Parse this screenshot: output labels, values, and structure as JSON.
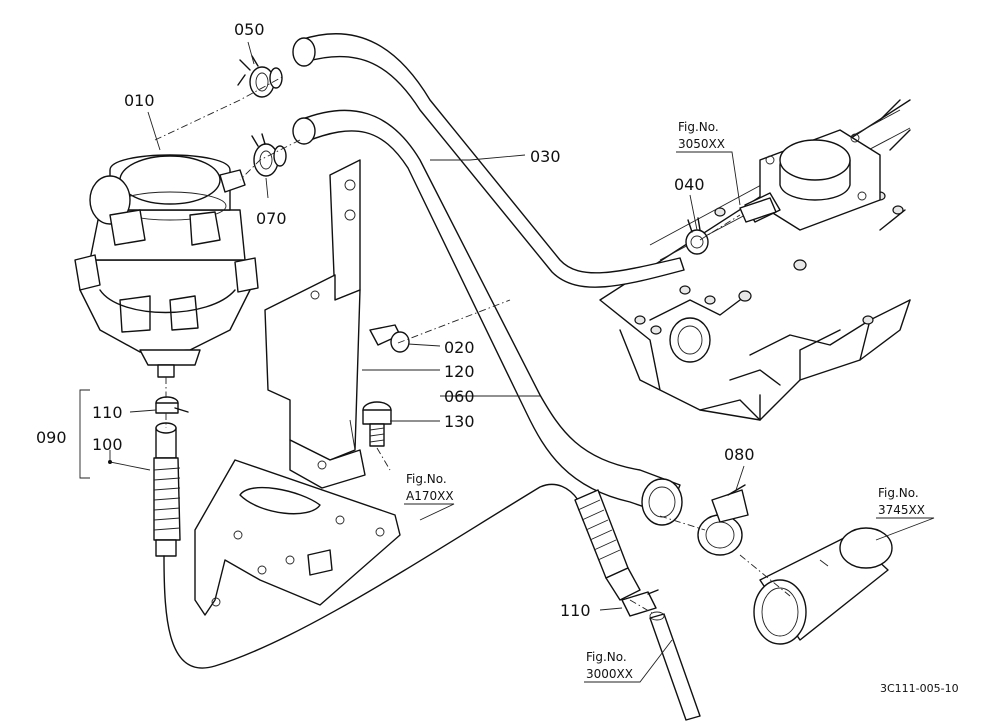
{
  "callouts": {
    "p010": "010",
    "p020": "020",
    "p030": "030",
    "p040": "040",
    "p050": "050",
    "p060": "060",
    "p070": "070",
    "p080": "080",
    "p090": "090",
    "p100": "100",
    "p110a": "110",
    "p110b": "110",
    "p120": "120",
    "p130": "130"
  },
  "fig_refs": {
    "r3050_label": "Fig.No.",
    "r3050_num": "3050XX",
    "ra170_label": "Fig.No.",
    "ra170_num": "A170XX",
    "r3745_label": "Fig.No.",
    "r3745_num": "3745XX",
    "r3000_label": "Fig.No.",
    "r3000_num": "3000XX"
  },
  "drawing_code": "3C111-005-10"
}
